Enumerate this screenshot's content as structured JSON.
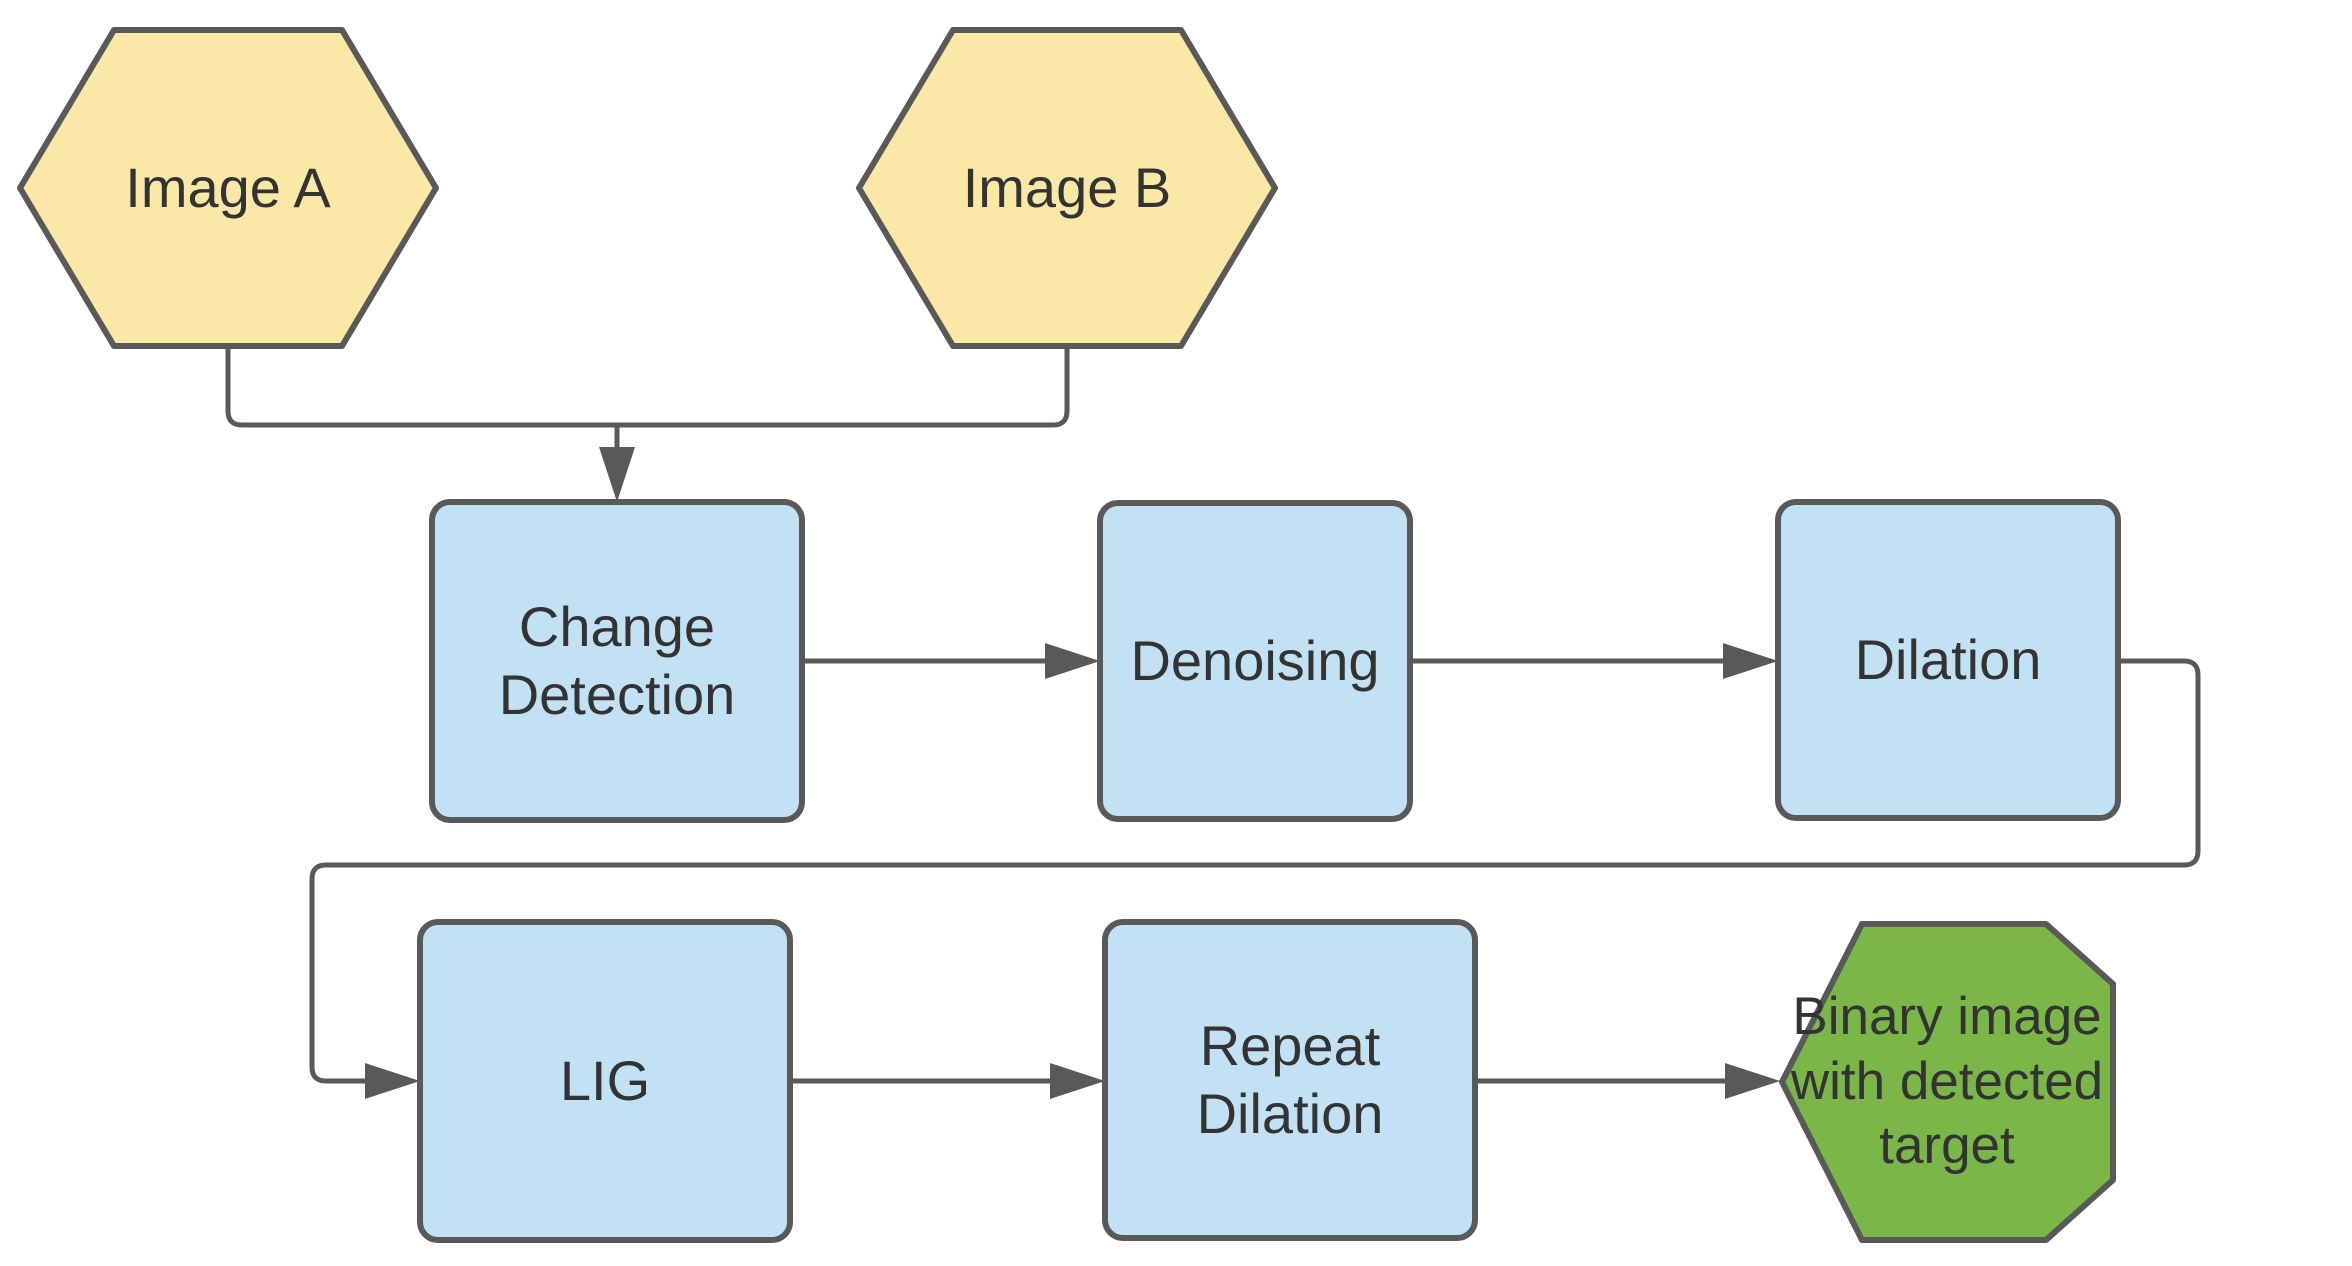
{
  "diagram_type": "flowchart",
  "colors": {
    "input_fill": "#FBE8A6",
    "process_fill": "#C2E1F5",
    "output_fill": "#7AB648",
    "stroke": "#595959",
    "text": "#333333",
    "background": "#FFFFFF"
  },
  "nodes": {
    "image_a": {
      "label": "Image A",
      "shape": "hexagon",
      "role": "input"
    },
    "image_b": {
      "label": "Image B",
      "shape": "hexagon",
      "role": "input"
    },
    "change_detection": {
      "label": "Change\nDetection",
      "shape": "rounded-rect",
      "role": "process"
    },
    "denoising": {
      "label": "Denoising",
      "shape": "rounded-rect",
      "role": "process"
    },
    "dilation": {
      "label": "Dilation",
      "shape": "rounded-rect",
      "role": "process"
    },
    "lig": {
      "label": "LIG",
      "shape": "rounded-rect",
      "role": "process"
    },
    "repeat_dilation": {
      "label": "Repeat\nDilation",
      "shape": "rounded-rect",
      "role": "process"
    },
    "binary_output": {
      "label": "Binary image\nwith detected\ntarget",
      "shape": "hexagon",
      "role": "output"
    }
  },
  "edges": [
    {
      "from": "image_a",
      "to": "change_detection"
    },
    {
      "from": "image_b",
      "to": "change_detection"
    },
    {
      "from": "change_detection",
      "to": "denoising"
    },
    {
      "from": "denoising",
      "to": "dilation"
    },
    {
      "from": "dilation",
      "to": "lig"
    },
    {
      "from": "lig",
      "to": "repeat_dilation"
    },
    {
      "from": "repeat_dilation",
      "to": "binary_output"
    }
  ]
}
